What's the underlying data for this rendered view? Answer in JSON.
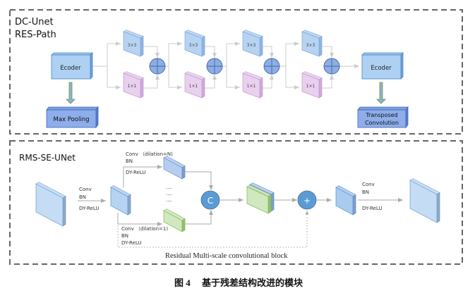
{
  "top_panel": {
    "title_line1": "DC-Unet",
    "title_line2": "RES-Path",
    "encoder_left": "Ecoder",
    "encoder_right": "Ecoder",
    "max_pooling": "Max Pooling",
    "transposed_line1": "Transposed",
    "transposed_line2": "Convolution",
    "conv3_label": "3×3",
    "conv1_label": "1×1"
  },
  "bottom_panel": {
    "title": "RMS-SE-UNet",
    "conv": "Conv",
    "bn": "BN",
    "relu": "DY-ReLU",
    "conv_dilation_n": "Conv （dilation=N)",
    "conv_dilation_1": "Conv （dilation=1)",
    "dots": "....",
    "concat_symbol": "C",
    "add_symbol": "+",
    "block_label": "Residual Multi-scale convolutional block"
  },
  "caption": "图 4　 基于残差结构改进的模块",
  "colors": {
    "blue_block": "#b7d3f2",
    "pink_block": "#e8d0ee",
    "green_block": "#cfe8bd",
    "circle": "#5b9bd5",
    "dashed_border": "#666666"
  }
}
